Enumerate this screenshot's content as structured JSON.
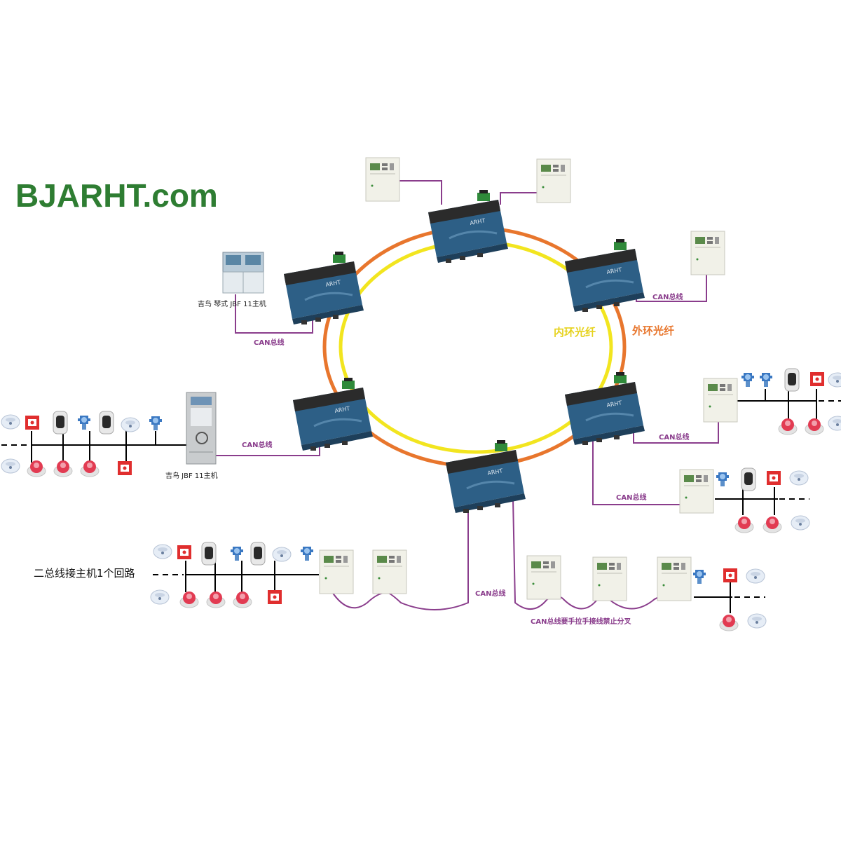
{
  "brand": {
    "text": "BJARHT.com",
    "color": "#2e7d32"
  },
  "colors": {
    "outer_ring": "#e8762d",
    "inner_ring": "#f2e51f",
    "can_line": "#8a3d8c",
    "converter_body": "#2d5f86",
    "converter_top": "#2a2a2a"
  },
  "labels": {
    "inner_ring": "内环光纤",
    "outer_ring": "外环光纤",
    "can_bus": "CAN总线",
    "can_bus_note": "CAN总线要手拉手接线禁止分叉",
    "host_cabinet": "吉鸟 琴式 JBF 11主机",
    "host_upright": "吉鸟 JBF 11主机",
    "two_bus_loop": "二总线接主机1个回路"
  },
  "icons": {
    "converter": "fiber-converter-icon",
    "panel": "alarm-panel-icon",
    "smoke": "smoke-detector-icon",
    "button": "manual-alarm-button-icon",
    "gas": "gas-detector-icon",
    "flame": "flame-detector-icon",
    "hydrant": "hydrant-button-icon"
  }
}
